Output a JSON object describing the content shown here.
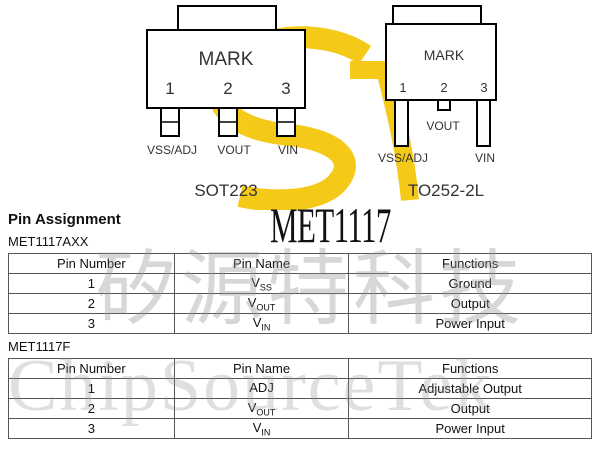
{
  "packages": [
    {
      "mark": "MARK",
      "pins": [
        "1",
        "2",
        "3"
      ],
      "pin_labels": [
        "VSS/ADJ",
        "VOUT",
        "VIN"
      ],
      "name": "SOT223"
    },
    {
      "mark": "MARK",
      "pins": [
        "1",
        "2",
        "3"
      ],
      "pin_labels": [
        "VSS/ADJ",
        "VOUT",
        "VIN"
      ],
      "name": "TO252-2L"
    }
  ],
  "watermark": {
    "part": "MET1117",
    "cn": "矽源特科技",
    "en": "ChipSourceTek",
    "logo_color": "#f5c400"
  },
  "section_title": "Pin Assignment",
  "table_headers": {
    "pin_number": "Pin Number",
    "pin_name": "Pin Name",
    "functions": "Functions"
  },
  "tables": [
    {
      "variant": "MET1117AXX",
      "rows": [
        {
          "num": "1",
          "name": "V",
          "sub": "SS",
          "func": "Ground"
        },
        {
          "num": "2",
          "name": "V",
          "sub": "OUT",
          "func": "Output"
        },
        {
          "num": "3",
          "name": "V",
          "sub": "IN",
          "func": "Power Input"
        }
      ]
    },
    {
      "variant": "MET1117F",
      "rows": [
        {
          "num": "1",
          "name": "ADJ",
          "sub": "",
          "func": "Adjustable Output"
        },
        {
          "num": "2",
          "name": "V",
          "sub": "OUT",
          "func": "Output"
        },
        {
          "num": "3",
          "name": "V",
          "sub": "IN",
          "func": "Power Input"
        }
      ]
    }
  ]
}
